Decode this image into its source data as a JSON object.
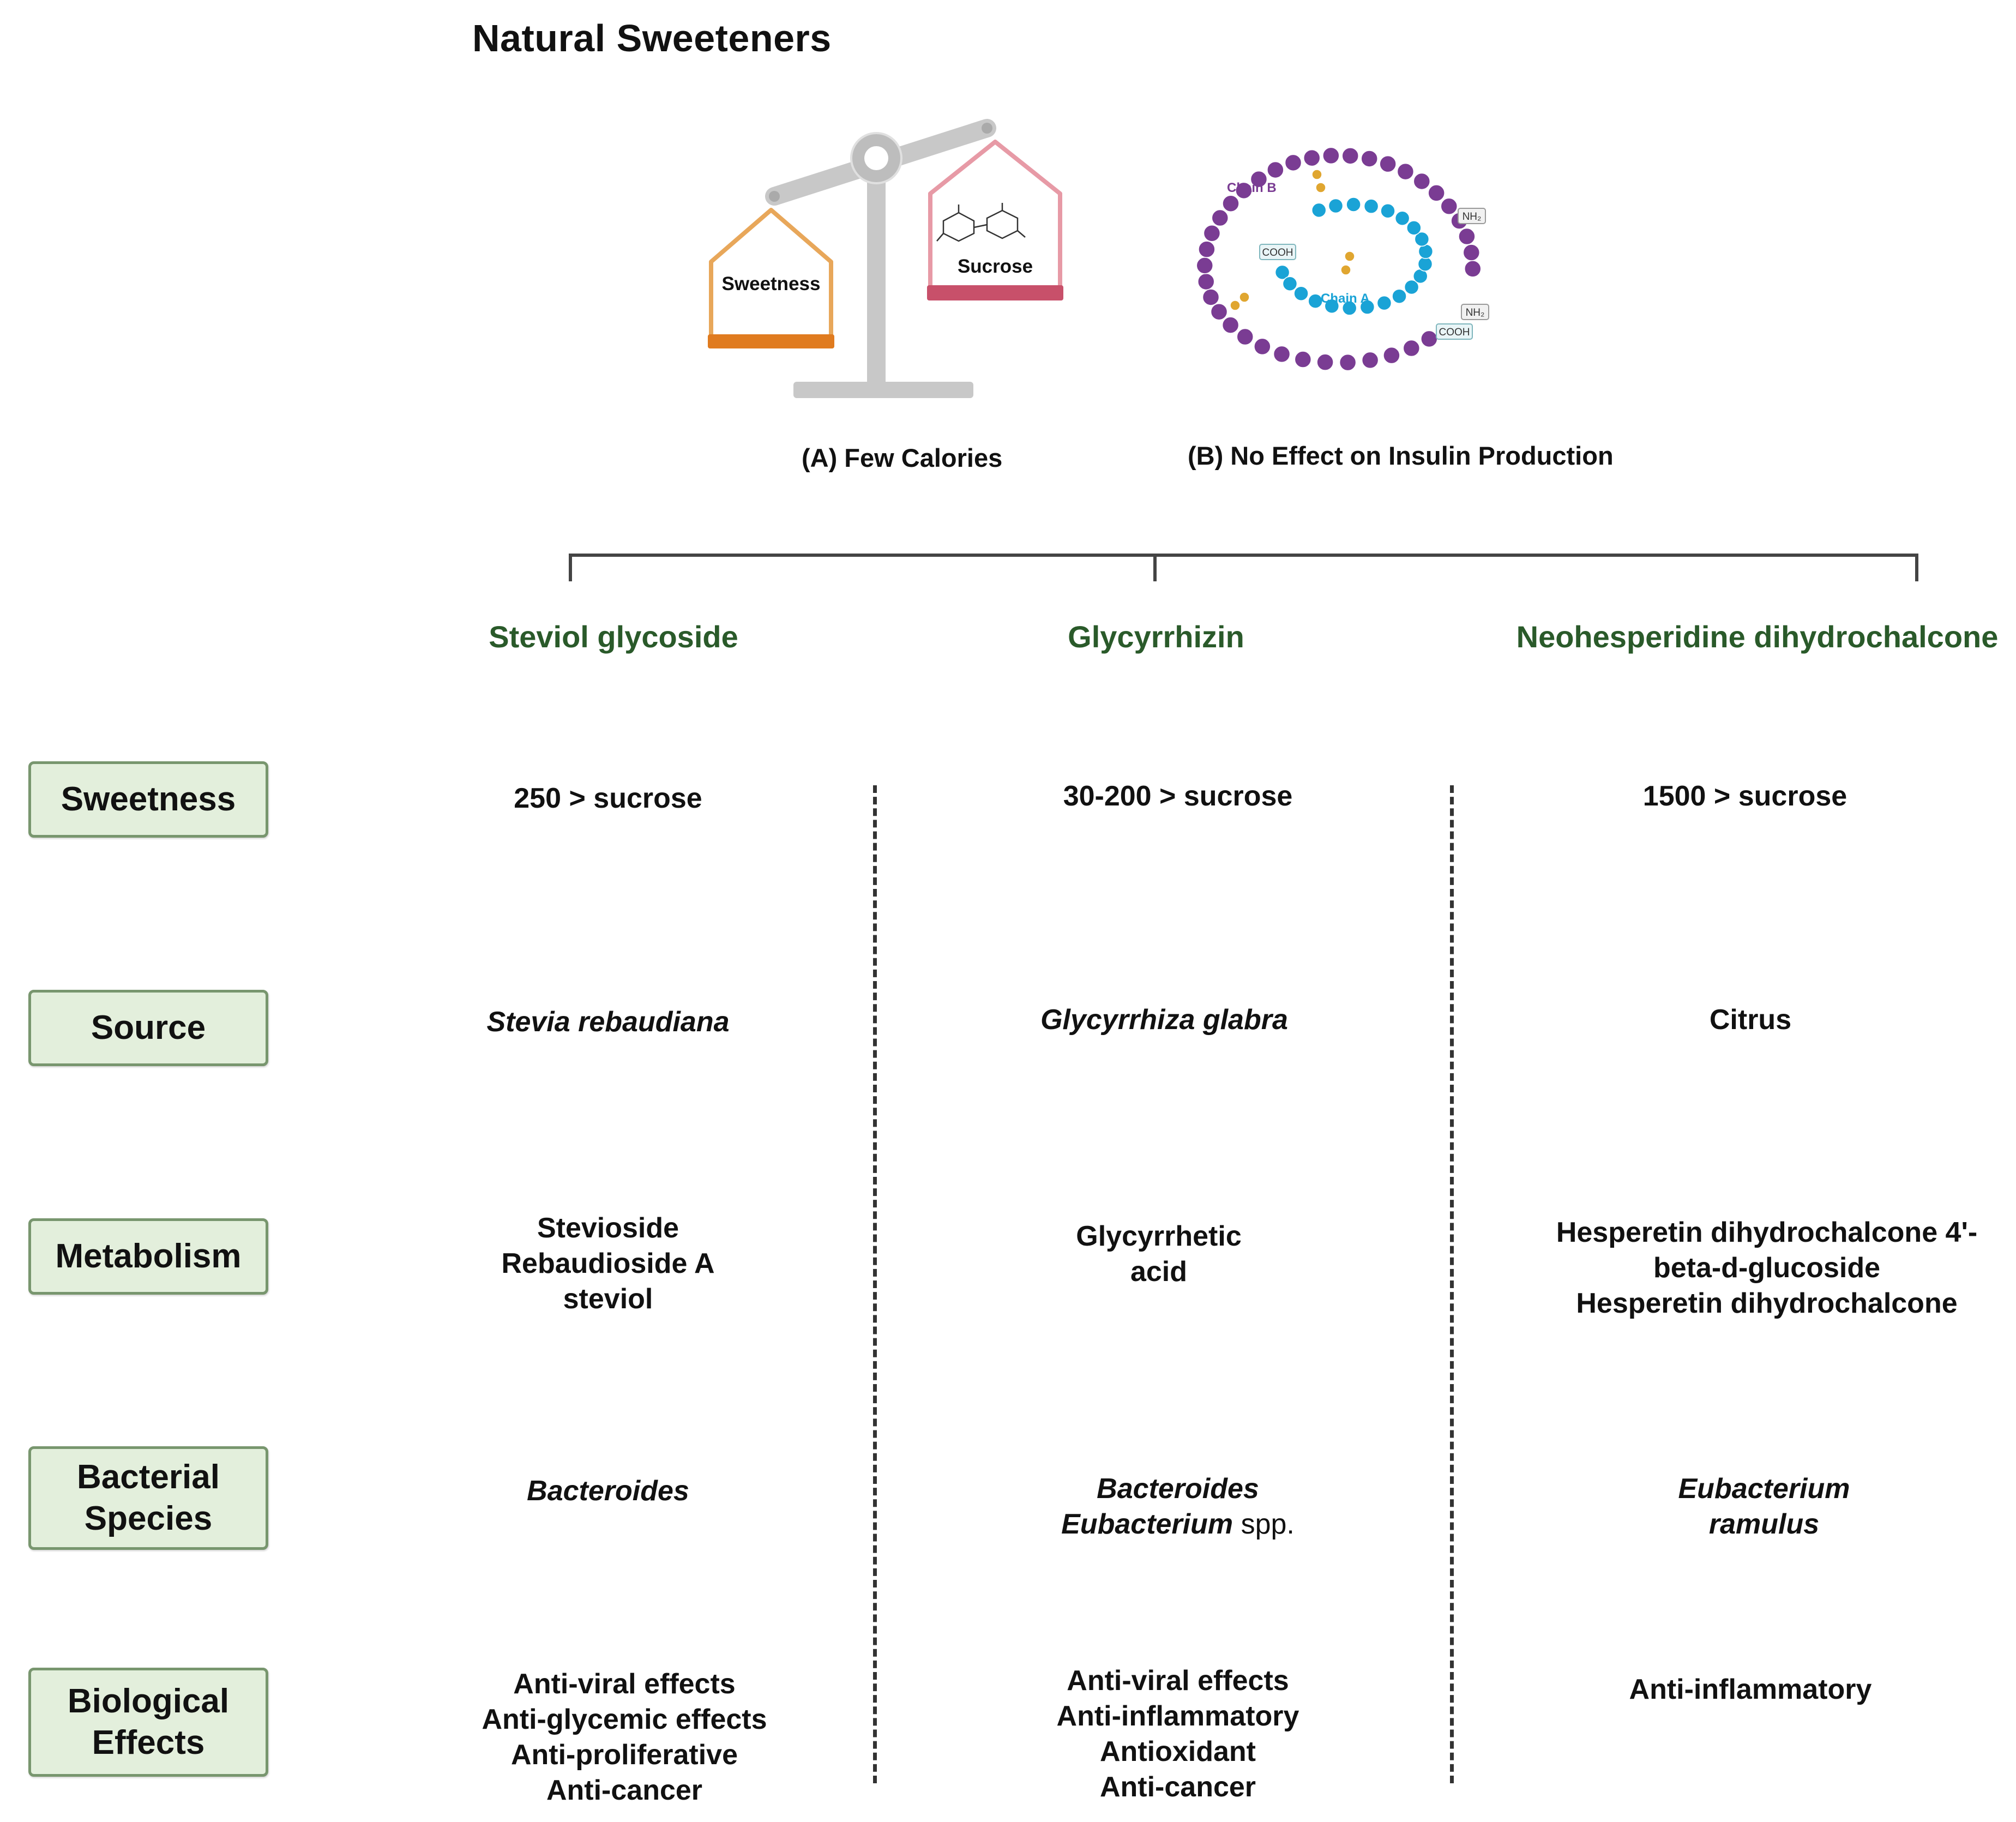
{
  "title": "Natural Sweeteners",
  "illustrations": {
    "scale": {
      "left_pan_label": "Sweetness",
      "right_pan_label": "Sucrose",
      "caption": "(A) Few Calories"
    },
    "insulin": {
      "chain_b_label": "Chain B",
      "chain_a_label": "Chain A",
      "terminal_labels": [
        "COOH",
        "NH₂",
        "NH₂",
        "COOH"
      ],
      "caption": "(B) No Effect on Insulin Production"
    }
  },
  "columns": [
    {
      "name": "Steviol glycoside"
    },
    {
      "name": "Glycyrrhizin"
    },
    {
      "name": "Neohesperidine dihydrochalcone"
    }
  ],
  "rows": [
    {
      "label": [
        "Sweetness"
      ]
    },
    {
      "label": [
        "Source"
      ]
    },
    {
      "label": [
        "Metabolism"
      ]
    },
    {
      "label": [
        "Bacterial",
        "Species"
      ]
    },
    {
      "label": [
        "Biological",
        "Effects"
      ]
    }
  ],
  "cells": {
    "sweetness": [
      "250 > sucrose",
      "30-200 > sucrose",
      "1500 > sucrose"
    ],
    "source": [
      "Stevia rebaudiana",
      "Glycyrrhiza glabra",
      "Citrus"
    ],
    "metabolism": [
      [
        "Stevioside",
        "Rebaudioside A",
        "steviol"
      ],
      [
        "Glycyrrhetic",
        "acid"
      ],
      [
        "Hesperetin dihydrochalcone 4'-",
        "beta-d-glucoside",
        "Hesperetin dihydrochalcone"
      ]
    ],
    "bacteria": [
      [
        "Bacteroides"
      ],
      [
        "Bacteroides",
        "Eubacterium"
      ],
      [
        "Eubacterium",
        "ramulus"
      ]
    ],
    "bacteria_suffix": " spp.",
    "effects": [
      [
        "Anti-viral effects",
        "Anti-glycemic effects",
        "Anti-proliferative",
        "Anti-cancer"
      ],
      [
        "Anti-viral effects",
        "Anti-inflammatory",
        "Antioxidant",
        "Anti-cancer"
      ],
      [
        "Anti-inflammatory"
      ]
    ]
  },
  "colors": {
    "column_header": "#2a5a2a",
    "row_label_fill": "#e3efdc",
    "row_label_border": "#78966e",
    "scale_gray": "#c8c8c8",
    "pan_orange": "#e8a75a",
    "pan_pink": "#e79aa6",
    "chain_b_purple": "#7a3c93",
    "chain_a_blue": "#1aa3d6",
    "disulfide_gold": "#e0a630"
  }
}
